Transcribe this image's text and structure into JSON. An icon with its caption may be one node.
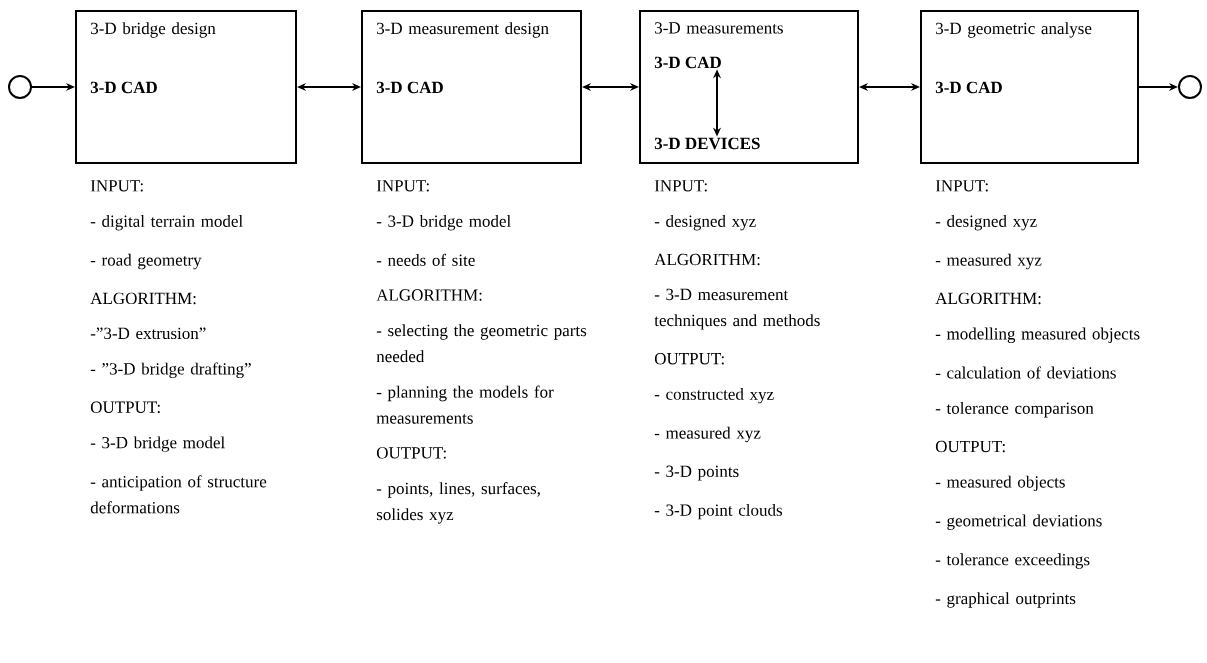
{
  "diagram": {
    "nodes": [
      {
        "text": [],
        "shape": "circle"
      },
      {
        "text": [
          "3-D bridge design",
          "3-D CAD"
        ],
        "beside": [
          "INPUT:",
          "- digital terrain model",
          "- road geometry",
          "ALGORITHM:",
          "-”3-D extrusion”",
          "- ”3-D bridge drafting”",
          "OUTPUT:",
          "- 3-D bridge model",
          "- anticipation of structure deformations"
        ]
      },
      {
        "text": [
          "3-D measurement design",
          "3-D CAD"
        ],
        "beside": [
          "INPUT:",
          "- 3-D bridge model",
          "- needs of site",
          "ALGORITHM:",
          "- selecting the geometric parts needed",
          "- planning the models for measurements",
          "OUTPUT:",
          "- points, lines, surfaces, solides xyz"
        ]
      },
      {
        "text": [
          "3-D measurements"
        ],
        "beside": [
          "INPUT:",
          "- designed xyz",
          "ALGORITHM:",
          "- 3-D measurement techniques and methods",
          "OUTPUT:",
          "- constructed xyz",
          "- measured xyz",
          "- 3-D points",
          "- 3-D point clouds"
        ]
      },
      {
        "text": [
          "3-D CAD"
        ],
        "in": 3
      },
      {
        "text": [
          "3-D DEVICES"
        ],
        "in": 3
      },
      {
        "text": [
          "3-D geometric analyse",
          "3-D CAD"
        ],
        "beside": [
          "INPUT:",
          "- designed xyz",
          "- measured xyz",
          "ALGORITHM:",
          "- modelling measured objects",
          "- calculation of deviations",
          "- tolerance comparison",
          "OUTPUT:",
          "- measured objects",
          "- geometrical deviations",
          "- tolerance exceedings",
          "- graphical outprints"
        ]
      },
      {
        "text": [],
        "shape": "circle"
      }
    ],
    "edges": [
      {
        "from": 0,
        "to": 1,
        "arrow": "to"
      },
      {
        "from": 1,
        "to": 2,
        "arrow": "both"
      },
      {
        "from": 2,
        "to": 3,
        "arrow": "both"
      },
      {
        "from": 4,
        "to": 5,
        "arrow": "both"
      },
      {
        "from": 3,
        "to": 6,
        "arrow": "both"
      },
      {
        "from": 6,
        "to": 7,
        "arrow": "to"
      }
    ]
  }
}
